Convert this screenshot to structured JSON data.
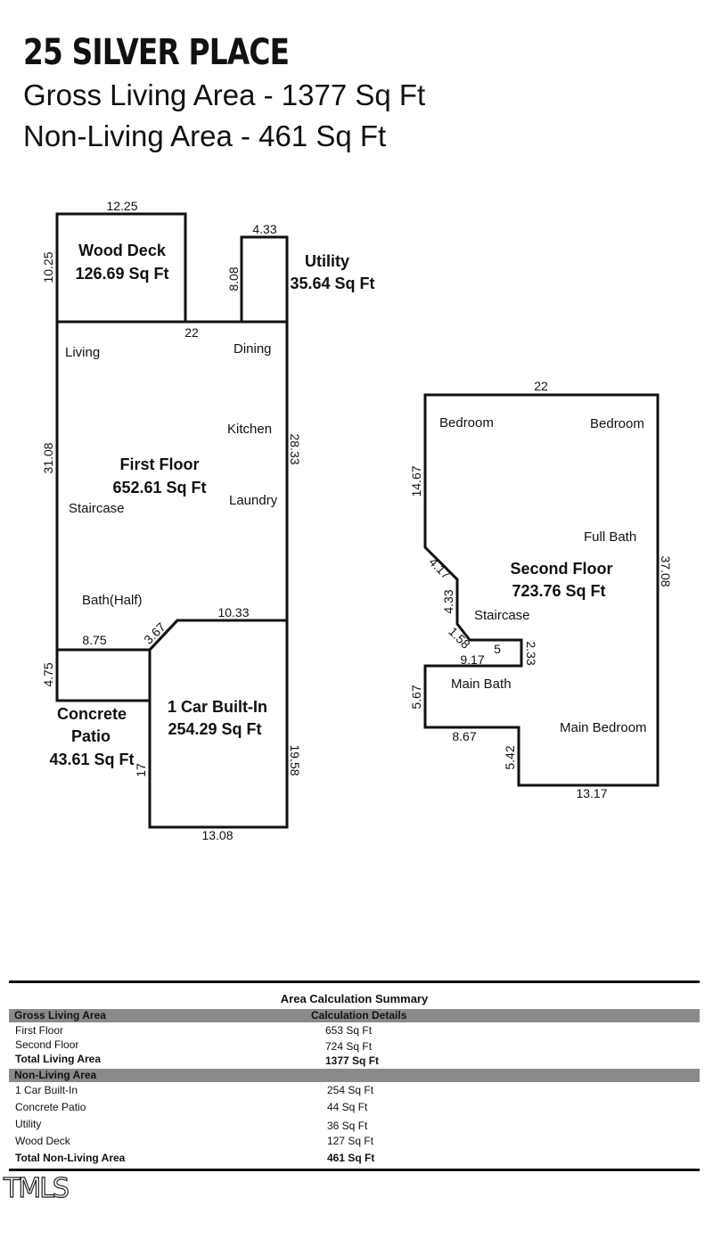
{
  "header": {
    "address": "25 SILVER PLACE",
    "gross_living": "Gross Living Area - 1377 Sq Ft",
    "non_living": "Non-Living Area - 461 Sq Ft"
  },
  "plan": {
    "wood_deck": {
      "name": "Wood Deck",
      "area": "126.69 Sq Ft",
      "top": "12.25",
      "left": "10.25"
    },
    "utility": {
      "name": "Utility",
      "area": "35.64 Sq Ft",
      "top": "4.33",
      "left": "8.08"
    },
    "first_floor": {
      "name": "First Floor",
      "area": "652.61 Sq Ft",
      "top": "22",
      "left": "31.08",
      "right": "28.33",
      "bottom": "10.33",
      "diag": "3.67",
      "bottom_left": "8.75",
      "rooms": [
        "Living",
        "Dining",
        "Kitchen",
        "Staircase",
        "Laundry",
        "Bath(Half)"
      ]
    },
    "concrete_patio": {
      "name_line1": "Concrete",
      "name_line2": "Patio",
      "area": "43.61 Sq Ft",
      "left": "4.75"
    },
    "garage": {
      "name": "1 Car Built-In",
      "area": "254.29 Sq Ft",
      "left": "17",
      "right": "19.58",
      "bottom": "13.08"
    },
    "second_floor": {
      "name": "Second Floor",
      "area": "723.76 Sq Ft",
      "top": "22",
      "left": "14.67",
      "right": "37.08",
      "diag": "4.17",
      "stair_left": "4.33",
      "diag2": "1.58",
      "notch_top": "5",
      "notch_right": "2.33",
      "notch_bottom": "9.17",
      "bath_left": "5.67",
      "bath_bottom": "8.67",
      "step_left": "5.42",
      "bottom": "13.17",
      "rooms": [
        "Bedroom",
        "Bedroom",
        "Full Bath",
        "Staircase",
        "Main Bath",
        "Main Bedroom"
      ]
    }
  },
  "summary": {
    "title": "Area Calculation Summary",
    "gross_header": "Gross Living Area",
    "details_header": "Calculation Details",
    "living_rows": [
      {
        "label": "First Floor",
        "value": "653 Sq Ft"
      },
      {
        "label": "Second Floor",
        "value": "724 Sq Ft"
      }
    ],
    "total_living": {
      "label": "Total Living Area",
      "value": "1377 Sq Ft"
    },
    "non_living_header": "Non-Living Area",
    "non_living_rows": [
      {
        "label": "1 Car Built-In",
        "value": "254 Sq Ft"
      },
      {
        "label": "Concrete Patio",
        "value": "44 Sq Ft"
      },
      {
        "label": "Utility",
        "value": "36 Sq Ft"
      },
      {
        "label": "Wood Deck",
        "value": "127 Sq Ft"
      }
    ],
    "total_non_living": {
      "label": "Total Non-Living Area",
      "value": "461 Sq Ft"
    }
  },
  "logo": "TMLS"
}
